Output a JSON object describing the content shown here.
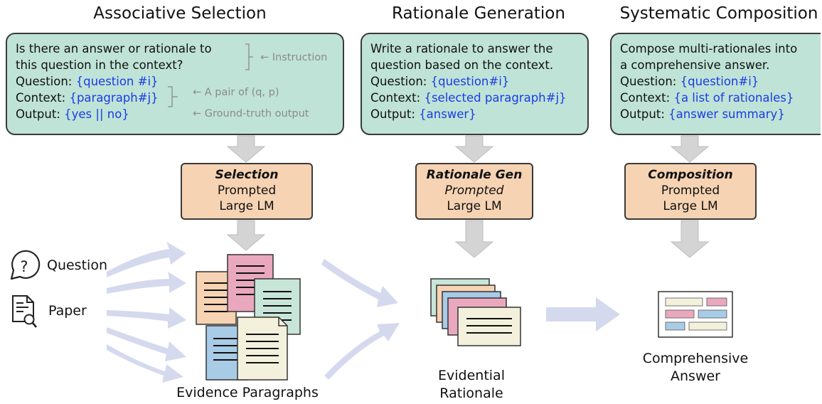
{
  "stages": [
    {
      "title": "Associative Selection",
      "prompt": {
        "lines": [
          {
            "text": "Is there an answer or rationale to",
            "value": ""
          },
          {
            "text": "this question in the context?",
            "value": ""
          },
          {
            "text": "Question: ",
            "value": "{question #i}"
          },
          {
            "text": "Context: ",
            "value": "{paragraph#j}"
          },
          {
            "text": "Output: ",
            "value": "{yes || no}"
          }
        ],
        "annotations": {
          "instruction": "Instruction",
          "pair": "A pair of (q, p)",
          "ground_truth": "Ground-truth output"
        }
      },
      "model": {
        "name": "Selection",
        "line2": "Prompted",
        "line3": "Large LM"
      }
    },
    {
      "title": "Rationale Generation",
      "prompt": {
        "lines": [
          {
            "text": "Write a rationale to answer the",
            "value": ""
          },
          {
            "text": "question based on the context.",
            "value": ""
          },
          {
            "text": "Question: ",
            "value": "{question#i}"
          },
          {
            "text": "Context: ",
            "value": "{selected paragraph#j}"
          },
          {
            "text": "Output: ",
            "value": "{answer}"
          }
        ]
      },
      "model": {
        "name": "Rationale Gen",
        "line2": "Prompted",
        "line3": "Large LM"
      }
    },
    {
      "title": "Systematic Composition",
      "prompt": {
        "lines": [
          {
            "text": "Compose multi-rationales into",
            "value": ""
          },
          {
            "text": "a comprehensive answer.",
            "value": ""
          },
          {
            "text": "Question: ",
            "value": "{question#i}"
          },
          {
            "text": "Context: ",
            "value": "{a list of rationales}"
          },
          {
            "text": "Output: ",
            "value": "{answer summary}"
          }
        ]
      },
      "model": {
        "name": "Composition",
        "line2": "Prompted",
        "line3": "Large LM"
      }
    }
  ],
  "inputs": {
    "question": {
      "label": "Question",
      "icon": "question-icon"
    },
    "paper": {
      "label": "Paper",
      "icon": "document-search-icon"
    }
  },
  "outputs": {
    "evidence": "Evidence Paragraphs",
    "rationale": [
      "Evidential",
      "Rationale"
    ],
    "answer": [
      "Comprehensive",
      "Answer"
    ]
  },
  "colors": {
    "prompt_bg": "#bfe3d6",
    "model_bg": "#f6d3b3",
    "arrow_gray": "#d4d4d4",
    "flow_arrow": "#d5d9ee",
    "highlight_blue": "#1a3ce6",
    "note_gray": "#8a8a8a",
    "card_pink": "#e9a8be",
    "card_blue": "#a8cbe6",
    "card_cream": "#f3f0dc",
    "card_green": "#c7e5d8",
    "card_peach": "#f6d3b3"
  }
}
